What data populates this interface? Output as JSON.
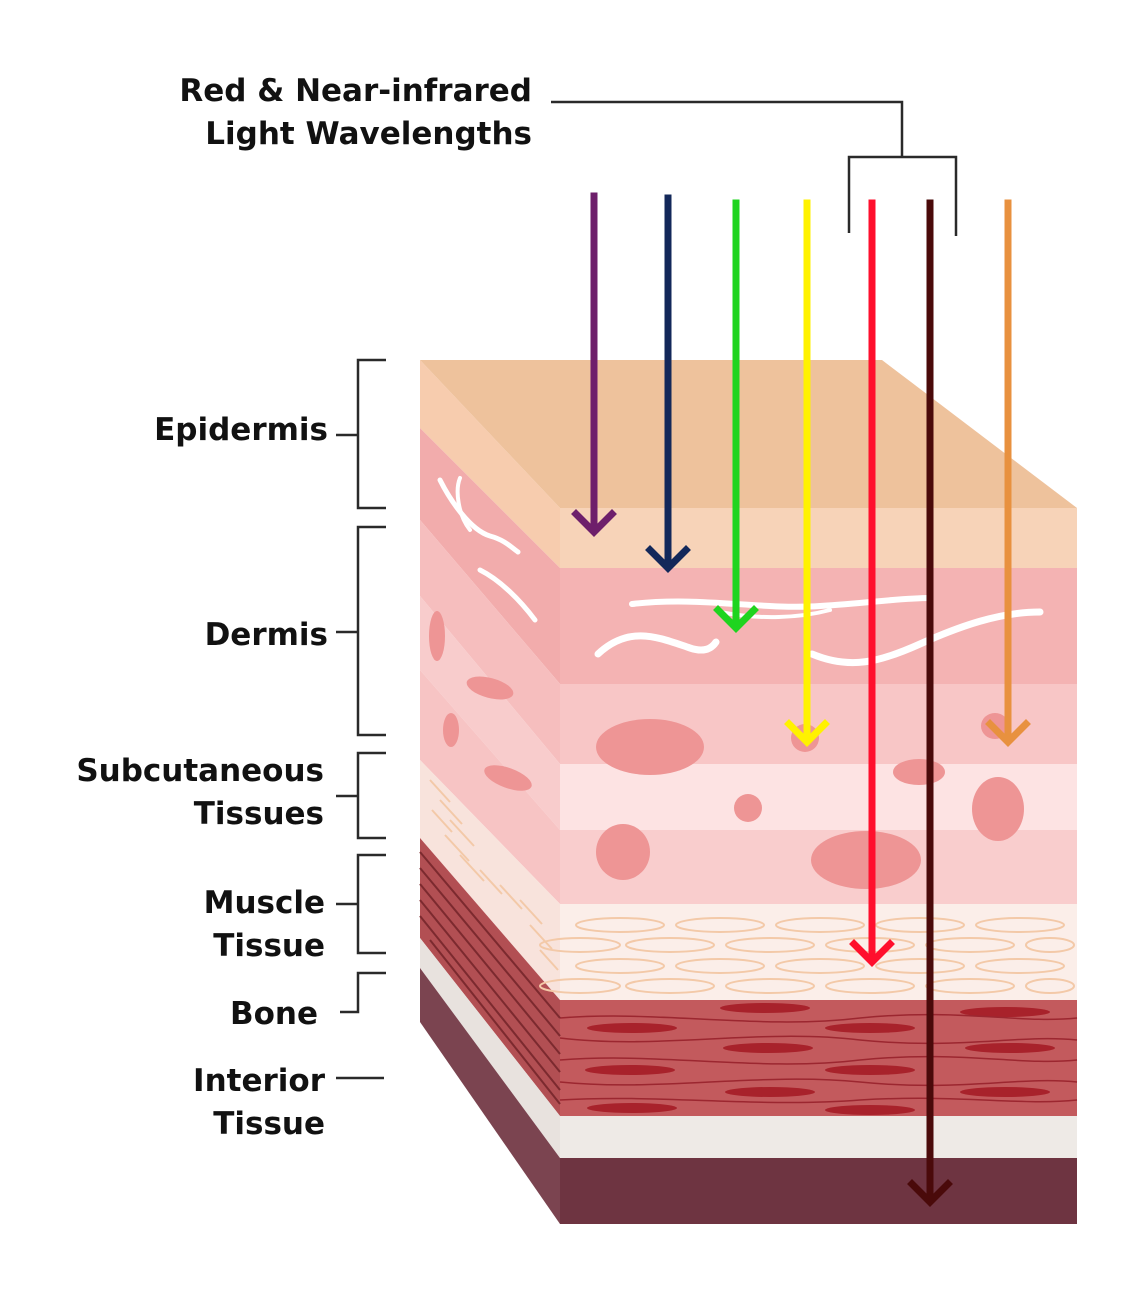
{
  "header": {
    "label_line1": "Red & Near-infrared",
    "label_line2": "Light Wavelengths"
  },
  "layers": {
    "epidermis": "Epidermis",
    "dermis": "Dermis",
    "subcutaneous_line1": "Subcutaneous",
    "subcutaneous_line2": "Tissues",
    "muscle_line1": "Muscle",
    "muscle_line2": "Tissue",
    "bone": "Bone",
    "interior_line1": "Interior",
    "interior_line2": "Tissue"
  },
  "arrows": [
    {
      "name": "violet",
      "color": "#6e1f6b"
    },
    {
      "name": "blue",
      "color": "#13285a"
    },
    {
      "name": "green",
      "color": "#1fd41f"
    },
    {
      "name": "yellow",
      "color": "#fff200"
    },
    {
      "name": "red",
      "color": "#ff0f2d"
    },
    {
      "name": "near-infrared",
      "color": "#4a0a0a"
    },
    {
      "name": "orange",
      "color": "#e8913f"
    }
  ],
  "colors": {
    "epidermis_top": "#eec29c",
    "epidermis_front": "#f7d3b8",
    "dermis": "#f4b3b3",
    "subcutaneous": "#f9cdcd",
    "fat": "#fbe8e2",
    "muscle": "#c35a5d",
    "bone": "#eeeae6",
    "interior": "#6e3441"
  }
}
